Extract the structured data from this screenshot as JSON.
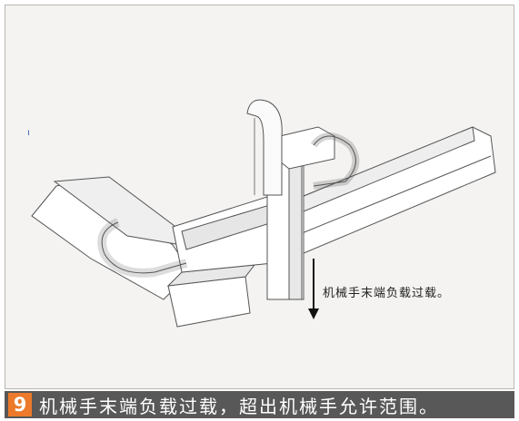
{
  "callout": {
    "text": "机械手末端负载过载。"
  },
  "caption": {
    "number": "9",
    "text": "机械手末端负载过载，超出机械手允许范围。"
  },
  "colors": {
    "badge": "#ec7a2a",
    "caption_bar": "#585858",
    "arrow": "#111111"
  }
}
